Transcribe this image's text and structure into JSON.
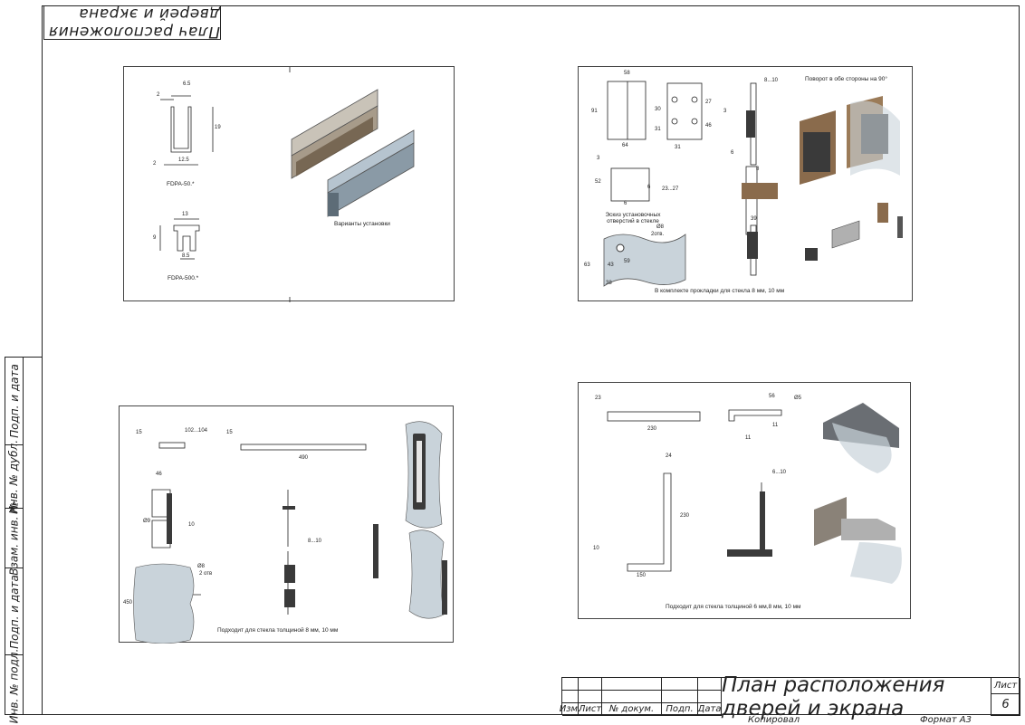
{
  "drawing": {
    "stamp_text": "Плач расположения дверей и экрана",
    "side_labels": [
      "Подп. и дата",
      "Инв. № дубл.",
      "Взам. инв. №",
      "Подп. и дата",
      "Инв. № подл."
    ]
  },
  "sheet1": {
    "profile1_label": "FDPA-50.*",
    "profile1_dims": [
      "2",
      "6.5",
      "19",
      "2",
      "12.5"
    ],
    "profile2_label": "FDPA-500.*",
    "profile2_dims": [
      "13",
      "9",
      "8.5"
    ],
    "caption": "Варианты установки"
  },
  "sheet2": {
    "dims": [
      "58",
      "91",
      "64",
      "30",
      "31",
      "27",
      "46",
      "31",
      "8...10",
      "3",
      "6",
      "8",
      "3",
      "52",
      "6",
      "23...27",
      "6",
      "39",
      "Ø8",
      "2отв.",
      "63",
      "43",
      "59",
      "38"
    ],
    "rotation_note": "Поворот в обе стороны на 90°",
    "holes_note": "Эскиз установочных отверстий в стекле",
    "caption": "В комплекте прокладки для стекла 8 мм, 10 мм"
  },
  "sheet3": {
    "dims": [
      "15",
      "102...104",
      "15",
      "490",
      "46",
      "Ø9",
      "10",
      "8...10",
      "Ø8",
      "2 отв",
      "450"
    ],
    "caption": "Подходит для стекла толщиной 8 мм, 10 мм"
  },
  "sheet4": {
    "dims": [
      "23",
      "230",
      "56",
      "Ø5",
      "11",
      "11",
      "24",
      "6...10",
      "230",
      "10",
      "150"
    ],
    "caption": "Подходит для стекла толщиной 6 мм,8 мм, 10 мм"
  },
  "title_block": {
    "headers": [
      "Изм.",
      "Лист",
      "№ докум.",
      "Подп.",
      "Дата"
    ],
    "title": "План расположения дверей и экрана",
    "sheet_label": "Лист",
    "sheet_number": "6",
    "copied": "Копировал",
    "format": "Формат А3"
  },
  "colors": {
    "line": "#222222",
    "metal": "#8a9aa6",
    "glass": "#c9d3da",
    "wood": "#8a6b4c",
    "dark": "#3a3a3a"
  }
}
